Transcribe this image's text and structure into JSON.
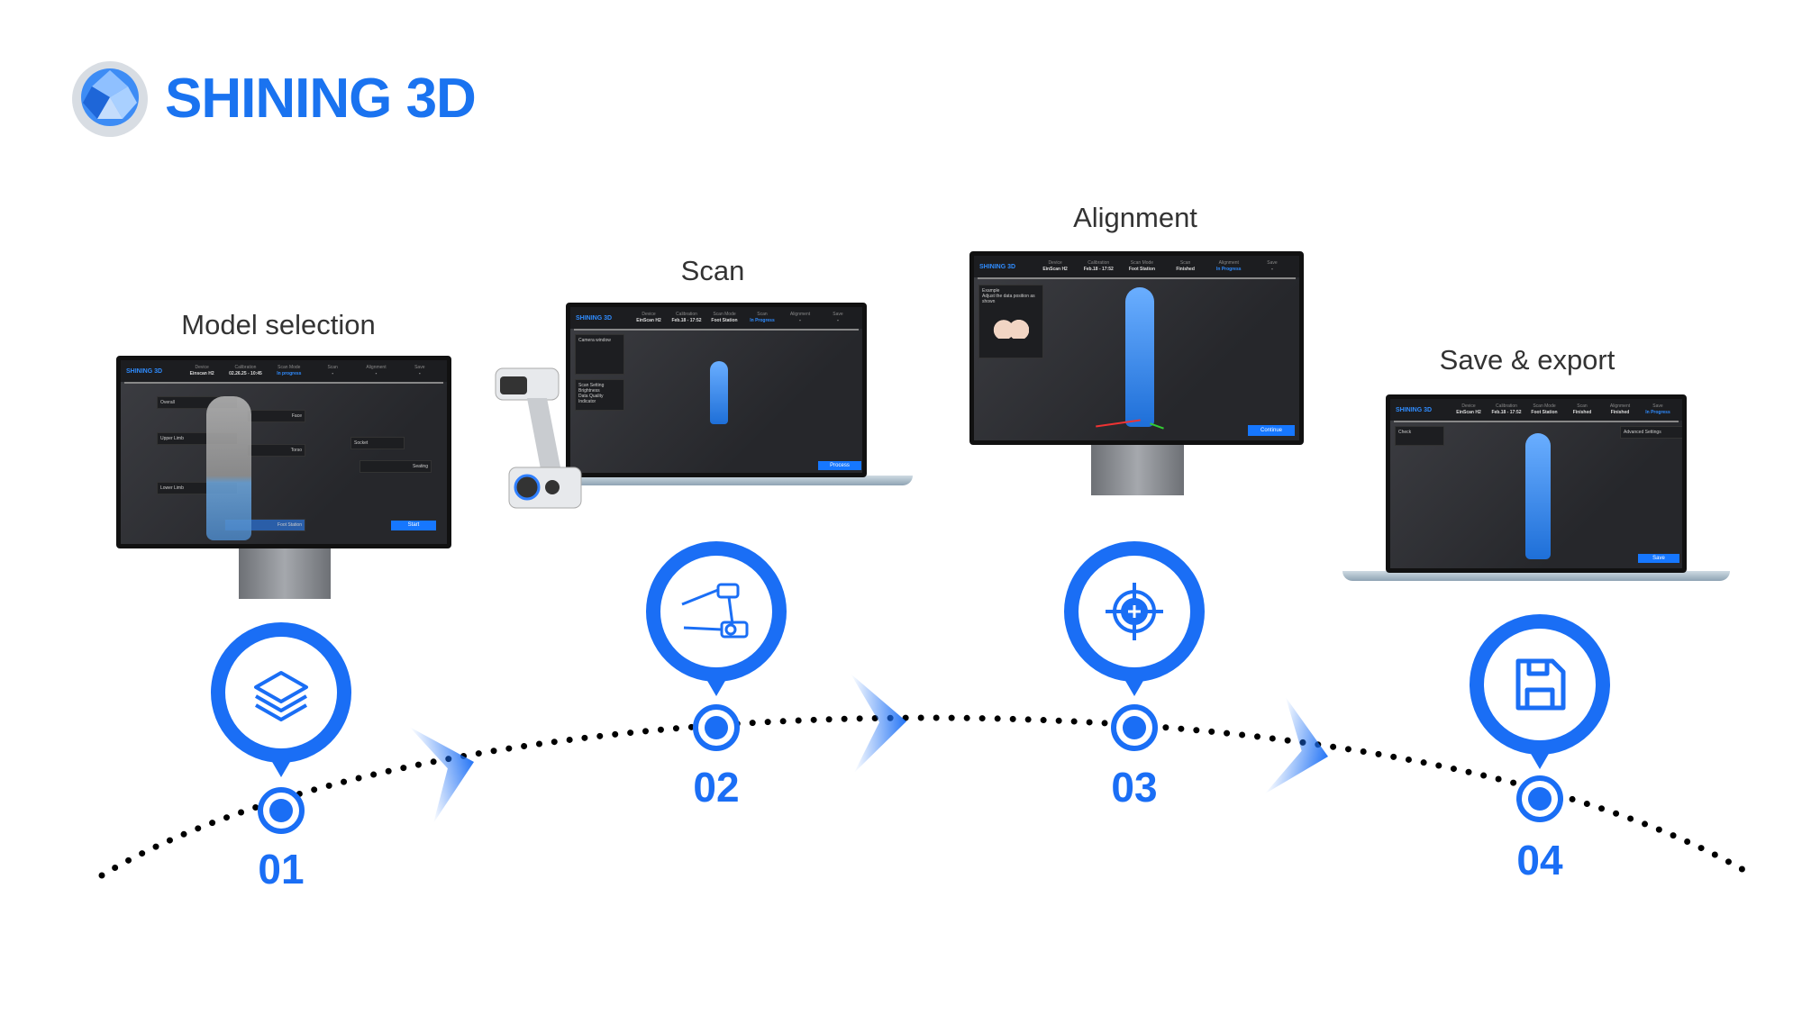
{
  "brand": {
    "name": "SHINING 3D",
    "accent": "#1a6ef5"
  },
  "steps": [
    {
      "number": "01",
      "title": "Model selection",
      "icon": "layers-icon"
    },
    {
      "number": "02",
      "title": "Scan",
      "icon": "handheld-scanner-icon"
    },
    {
      "number": "03",
      "title": "Alignment",
      "icon": "crosshair-icon"
    },
    {
      "number": "04",
      "title": "Save & export",
      "icon": "floppy-disk-icon"
    }
  ],
  "screens": [
    {
      "header": [
        [
          "Device",
          "Einscan H2"
        ],
        [
          "Calibration",
          "02.26.25 - 10:45"
        ],
        [
          "Scan Mode",
          "In progress"
        ],
        [
          "Scan",
          "-"
        ],
        [
          "Alignment",
          "-"
        ],
        [
          "Save",
          "-"
        ]
      ],
      "active": 2,
      "labels": {
        "overall": "Overall",
        "face": "Face",
        "upper": "Upper Limb",
        "torso": "Torso",
        "lower": "Lower Limb",
        "foot": "Foot Station",
        "socket": "Socket",
        "seating": "Seating"
      },
      "button": "Start"
    },
    {
      "header": [
        [
          "Device",
          "EinScan H2"
        ],
        [
          "Calibration",
          "Feb.18 - 17:52"
        ],
        [
          "Scan Mode",
          "Foot Station"
        ],
        [
          "Scan",
          "In Progress"
        ],
        [
          "Alignment",
          "-"
        ],
        [
          "Save",
          "-"
        ]
      ],
      "active": 3,
      "labels": {
        "camera": "Camera window",
        "setting": "Scan Setting",
        "brightness": "Brightness",
        "quality": "Data Quality Indicator"
      },
      "button": "Process"
    },
    {
      "header": [
        [
          "Device",
          "EinScan H2"
        ],
        [
          "Calibration",
          "Feb.18 - 17:52"
        ],
        [
          "Scan Mode",
          "Foot Station"
        ],
        [
          "Scan",
          "Finished"
        ],
        [
          "Alignment",
          "In Progress"
        ],
        [
          "Save",
          "-"
        ]
      ],
      "active": 4,
      "labels": {
        "example": "Example",
        "hint": "Adjust the data position as shown"
      },
      "button": "Continue"
    },
    {
      "header": [
        [
          "Device",
          "EinScan H2"
        ],
        [
          "Calibration",
          "Feb.18 - 17:52"
        ],
        [
          "Scan Mode",
          "Foot Station"
        ],
        [
          "Scan",
          "Finished"
        ],
        [
          "Alignment",
          "Finished"
        ],
        [
          "Save",
          "In Progress"
        ]
      ],
      "active": 5,
      "labels": {
        "check": "Check",
        "advanced": "Advanced Settings"
      },
      "button": "Save"
    }
  ]
}
